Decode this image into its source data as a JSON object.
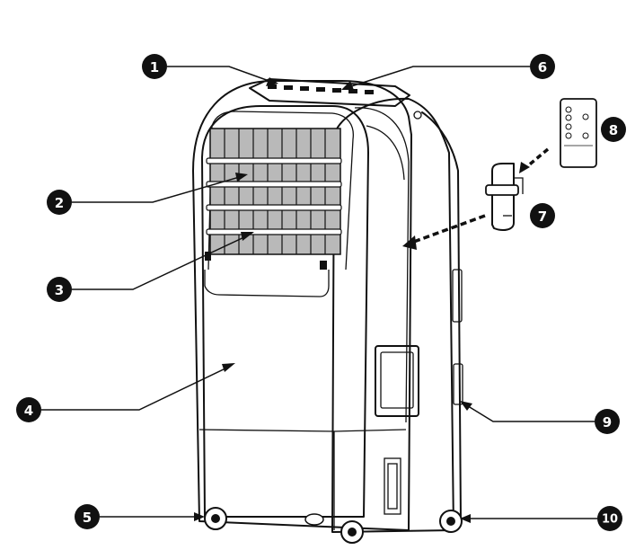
{
  "colors": {
    "ink": "#111111",
    "grille": "#b9b9b9",
    "background": "#ffffff"
  },
  "callouts": [
    {
      "label": "1"
    },
    {
      "label": "2"
    },
    {
      "label": "3"
    },
    {
      "label": "4"
    },
    {
      "label": "5"
    },
    {
      "label": "6"
    },
    {
      "label": "7"
    },
    {
      "label": "8"
    },
    {
      "label": "9"
    },
    {
      "label": "10"
    }
  ],
  "remote_buttons": [
    "power-icon",
    "mode-icon",
    "speed-icon",
    "timer-icon",
    "swing-icon",
    "cool-icon"
  ]
}
